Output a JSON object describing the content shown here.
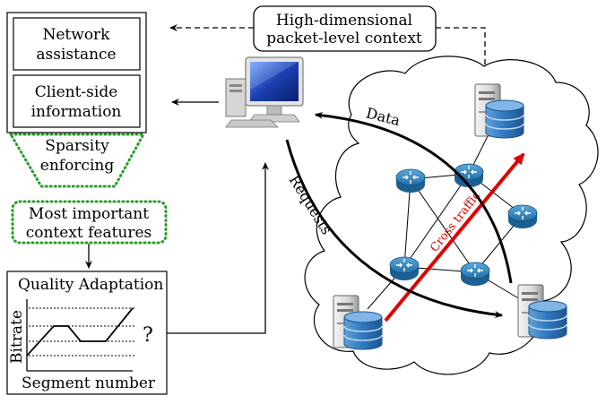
{
  "context_box": {
    "line1": "High-dimensional",
    "line2": "packet-level context"
  },
  "network_assistance": {
    "line1": "Network",
    "line2": "assistance"
  },
  "client_side": {
    "line1": "Client-side",
    "line2": "information"
  },
  "sparsity": {
    "line1": "Sparsity",
    "line2": "enforcing"
  },
  "features": {
    "line1": "Most important",
    "line2": "context features"
  },
  "quality": {
    "title": "Quality Adaptation",
    "ylabel": "Bitrate",
    "xlabel": "Segment number",
    "question": "?"
  },
  "arrows": {
    "data": "Data",
    "requests": "Requests",
    "cross_traffic": "Cross traffic"
  },
  "colors": {
    "router": "#2f86c0",
    "green": "#2a9d2a",
    "red": "#e00000"
  },
  "icons": {
    "client": "desktop-computer-icon",
    "server": "server-database-icon",
    "router": "router-icon"
  }
}
